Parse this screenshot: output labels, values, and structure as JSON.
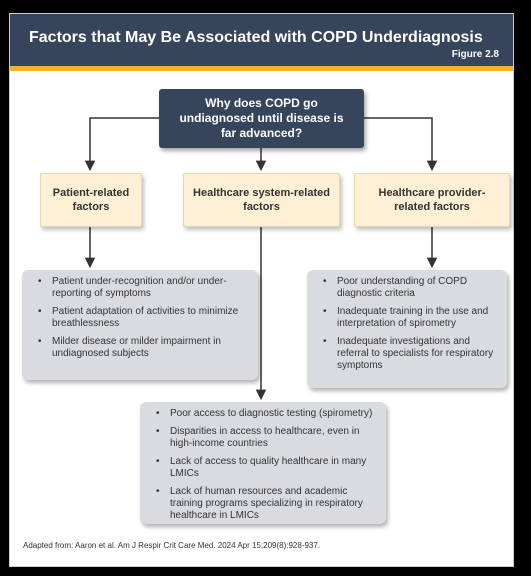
{
  "header": {
    "title": "Factors that May Be Associated with COPD Underdiagnosis",
    "figure_label": "Figure 2.8"
  },
  "question": "Why does COPD go undiagnosed until disease is far advanced?",
  "factors": {
    "patient": "Patient-related factors",
    "system": "Healthcare system-related factors",
    "provider": "Healthcare provider-related factors"
  },
  "patient_factors": [
    "Patient under-recognition and/or under-reporting of symptoms",
    "Patient adaptation of activities to minimize breathlessness",
    "Milder disease or milder impairment in undiagnosed subjects"
  ],
  "provider_factors": [
    "Poor understanding of COPD diagnostic criteria",
    "Inadequate training in the use and interpretation of spirometry",
    "Inadequate investigations and referral to specialists for respiratory symptoms"
  ],
  "system_factors": [
    "Poor access to diagnostic testing (spirometry)",
    "Disparities in access to healthcare, even in high-income countries",
    "Lack of access to quality healthcare in many LMICs",
    "Lack of human resources and academic training programs specializing in respiratory healthcare in LMICs"
  ],
  "footnote": "Adapted from: Aaron et al. Am J Respir Crit Care Med. 2024 Apr 15;209(8):928-937.",
  "colors": {
    "header_bg": "#36445c",
    "accent": "#f0b528",
    "factor_bg": "#fdf0d4",
    "bullet_bg": "#dadbe0"
  }
}
